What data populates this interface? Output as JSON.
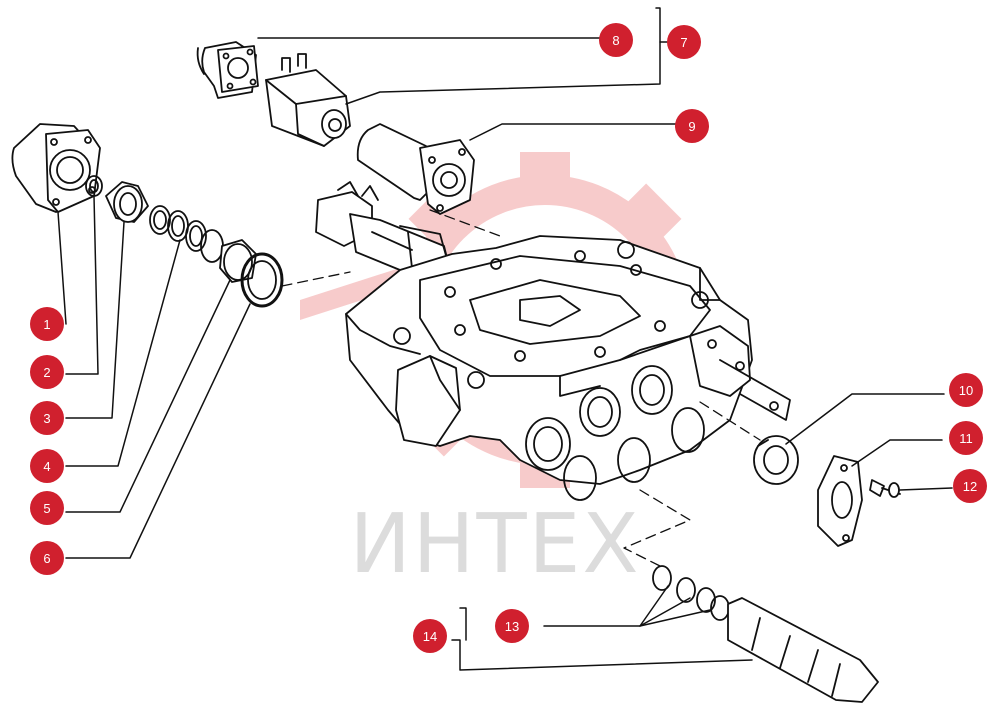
{
  "watermark": {
    "text": "ИНТЕХ",
    "gear_color": "#f7c9c9",
    "text_color": "#dcdcdc"
  },
  "colors": {
    "callout_fill": "#d0202e",
    "callout_text": "#ffffff",
    "line": "#111111"
  },
  "callouts": [
    {
      "id": "1",
      "label": "1"
    },
    {
      "id": "2",
      "label": "2"
    },
    {
      "id": "3",
      "label": "3"
    },
    {
      "id": "4",
      "label": "4"
    },
    {
      "id": "5",
      "label": "5"
    },
    {
      "id": "6",
      "label": "6"
    },
    {
      "id": "7",
      "label": "7"
    },
    {
      "id": "8",
      "label": "8"
    },
    {
      "id": "9",
      "label": "9"
    },
    {
      "id": "10",
      "label": "10"
    },
    {
      "id": "11",
      "label": "11"
    },
    {
      "id": "12",
      "label": "12"
    },
    {
      "id": "13",
      "label": "13"
    },
    {
      "id": "14",
      "label": "14"
    }
  ]
}
